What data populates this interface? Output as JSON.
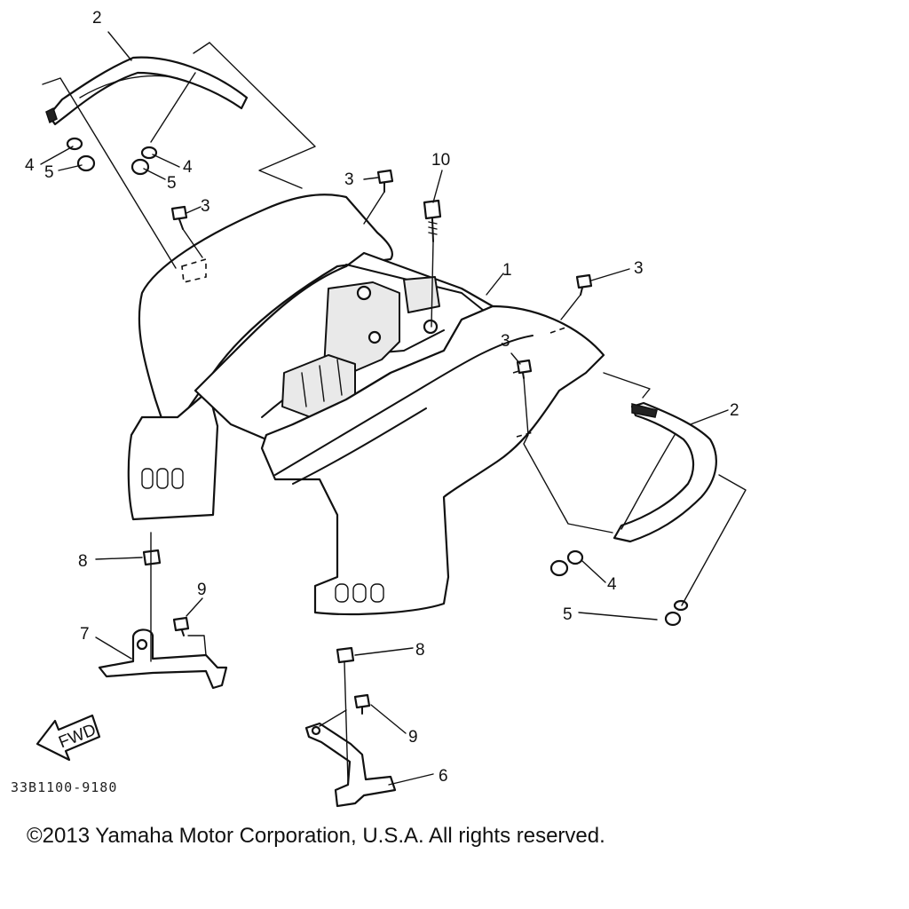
{
  "diagram": {
    "callouts": [
      {
        "id": "c2a",
        "label": "2"
      },
      {
        "id": "c4a",
        "label": "4"
      },
      {
        "id": "c5a",
        "label": "5"
      },
      {
        "id": "c4b",
        "label": "4"
      },
      {
        "id": "c5b",
        "label": "5"
      },
      {
        "id": "c3a",
        "label": "3"
      },
      {
        "id": "c3b",
        "label": "3"
      },
      {
        "id": "c10",
        "label": "10"
      },
      {
        "id": "c1",
        "label": "1"
      },
      {
        "id": "c3c",
        "label": "3"
      },
      {
        "id": "c3d",
        "label": "3"
      },
      {
        "id": "c2b",
        "label": "2"
      },
      {
        "id": "c8a",
        "label": "8"
      },
      {
        "id": "c9a",
        "label": "9"
      },
      {
        "id": "c7",
        "label": "7"
      },
      {
        "id": "c4c",
        "label": "4"
      },
      {
        "id": "c5c",
        "label": "5"
      },
      {
        "id": "c8b",
        "label": "8"
      },
      {
        "id": "c9b",
        "label": "9"
      },
      {
        "id": "c6",
        "label": "6"
      }
    ],
    "fwd_label": "FWD",
    "code": "33B1100-9180",
    "copyright": "©2013 Yamaha Motor Corporation, U.S.A. All rights reserved."
  }
}
